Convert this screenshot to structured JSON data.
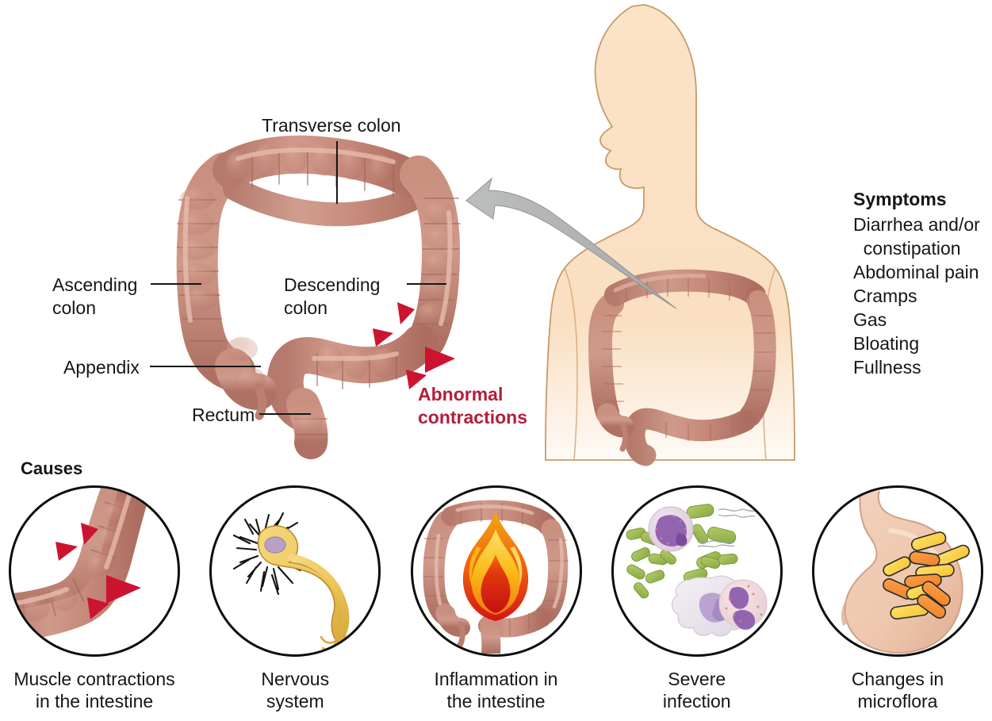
{
  "page": {
    "background": "#ffffff",
    "text_color": "#161616",
    "accent_red": "#b31e3a",
    "colon_color": "#c08878",
    "skin_color": "#fadfc2",
    "arrow_gray": "#b3b5b5"
  },
  "diagram": {
    "labels": [
      {
        "id": "transverse-colon",
        "text": "Transverse colon"
      },
      {
        "id": "ascending-colon",
        "text": "Ascending\ncolon"
      },
      {
        "id": "descending-colon",
        "text": "Descending\ncolon"
      },
      {
        "id": "appendix",
        "text": "Appendix"
      },
      {
        "id": "rectum",
        "text": "Rectum"
      },
      {
        "id": "abnormal-contractions",
        "text": "Abnormal\ncontractions"
      }
    ],
    "transverse_colon_label": "Transverse colon",
    "ascending_colon_label_line1": "Ascending",
    "ascending_colon_label_line2": "colon",
    "descending_colon_label_line1": "Descending",
    "descending_colon_label_line2": "colon",
    "appendix_label": "Appendix",
    "rectum_label": "Rectum",
    "abnormal_line1": "Abnormal",
    "abnormal_line2": "contractions"
  },
  "symptoms": {
    "title": "Symptoms",
    "items": [
      "Diarrhea and/or",
      "  constipation",
      "Abdominal pain",
      "Cramps",
      "Gas",
      "Bloating",
      "Fullness"
    ]
  },
  "causes": {
    "title": "Causes",
    "items": [
      {
        "icon": "colon-spasm-icon",
        "label": "Muscle contractions\nin the intestine"
      },
      {
        "icon": "neuron-icon",
        "label": "Nervous\nsystem"
      },
      {
        "icon": "colon-flame-icon",
        "label": "Inflammation in\nthe intestine"
      },
      {
        "icon": "bacteria-cells-icon",
        "label": "Severe\ninfection"
      },
      {
        "icon": "stomach-flora-icon",
        "label": "Changes in\nmicroflora"
      }
    ]
  },
  "body_figure": {
    "name": "human-torso-silhouette",
    "description": "head-and-torso outline with colon shown in abdomen"
  },
  "pointer_arrow": {
    "name": "magnify-arrow",
    "direction": "left"
  }
}
